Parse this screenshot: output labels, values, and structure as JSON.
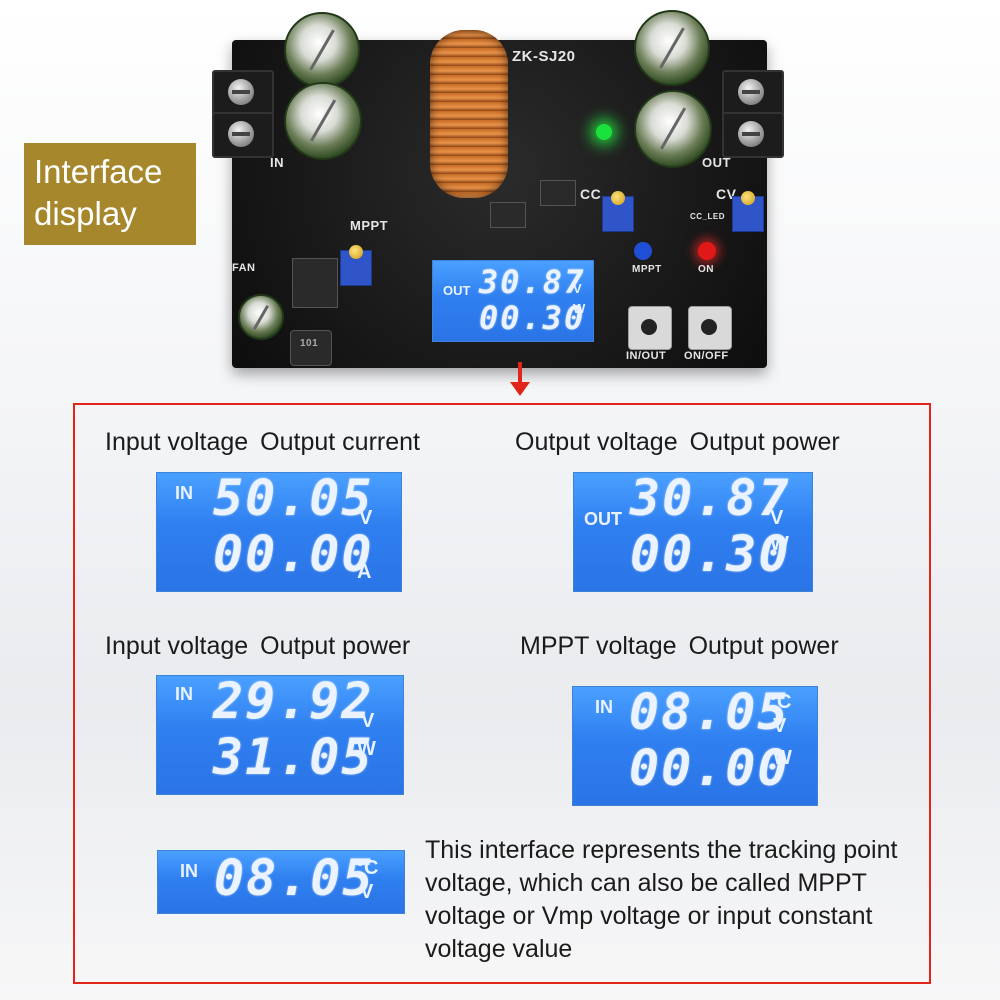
{
  "board": {
    "model": "ZK-SJ20",
    "in_label": "IN",
    "out_label": "OUT",
    "cc_label": "CC",
    "cv_label": "CV",
    "mppt_label": "MPPT",
    "mppt_led_label": "MPPT",
    "on_led_label": "ON",
    "fan_label": "FAN",
    "inout_button_label": "IN/OUT",
    "onoff_button_label": "ON/OFF",
    "coil_label": "101",
    "cc_led_label": "CC_LED",
    "lcd": {
      "tag": "OUT",
      "line1": "30.87",
      "unit1": "V",
      "line2": "00.30",
      "unit2": "W"
    },
    "colors": {
      "pcb": "#161616",
      "mppt_led": "#1e4fd6",
      "on_led": "#e01818",
      "status_led": "#19e23b"
    }
  },
  "label": {
    "line1": "Interface",
    "line2": "display",
    "color": "#a7872b"
  },
  "frame_color": "#e3241b",
  "panels": [
    {
      "caption_a": "Input voltage",
      "caption_b": "Output current",
      "tag": "IN",
      "line1": "50.05",
      "unit1": "V",
      "line2": "00.00",
      "unit2": "A"
    },
    {
      "caption_a": "Output voltage",
      "caption_b": "Output power",
      "tag": "OUT",
      "line1": "30.87",
      "unit1": "V",
      "line2": "00.30",
      "unit2": "W"
    },
    {
      "caption_a": "Input voltage",
      "caption_b": "Output power",
      "tag": "IN",
      "line1": "29.92",
      "unit1": "V",
      "line2": "31.05",
      "unit2": "W"
    },
    {
      "caption_a": "MPPT voltage",
      "caption_b": "Output power",
      "tag": "IN",
      "line1": "08.05",
      "unit1a": "°C",
      "unit1": "V",
      "line2": "00.00",
      "unit2": "W"
    },
    {
      "tag": "IN",
      "line1": "08.05",
      "unit1a": "°C",
      "unit1": "V"
    }
  ],
  "description": "This interface represents the tracking point voltage, which can also be called MPPT voltage or Vmp voltage or input constant voltage value"
}
